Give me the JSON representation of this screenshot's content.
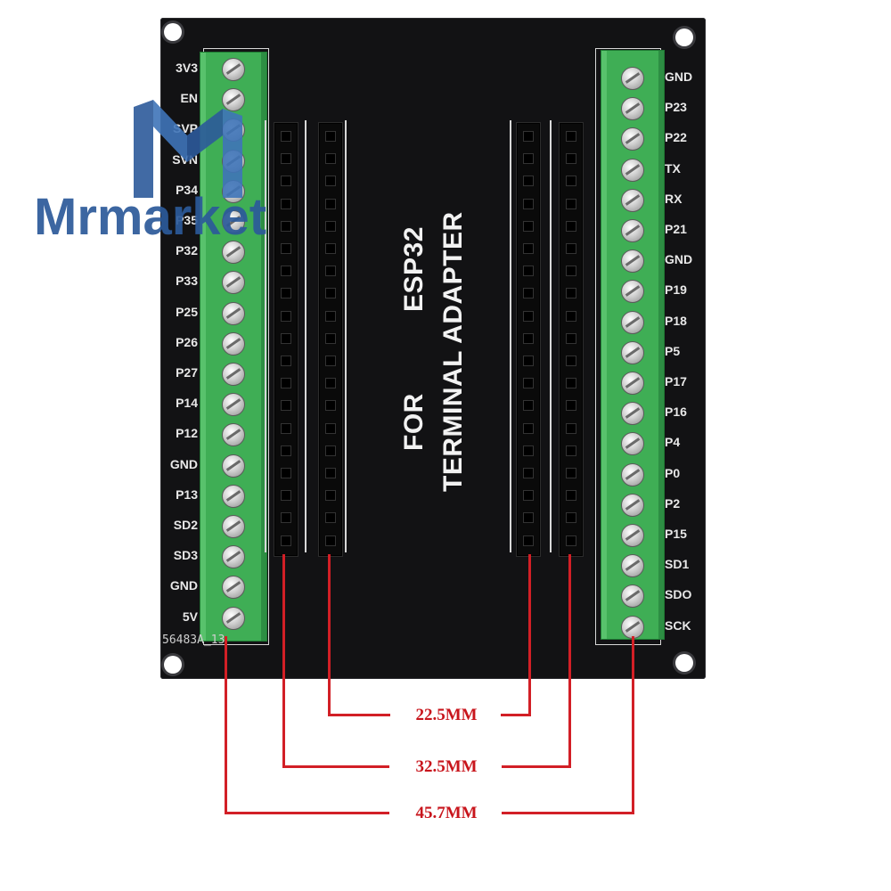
{
  "board": {
    "title_line1": "ESP32",
    "title_line2": "FOR",
    "title_line3": "TERMINAL ADAPTER",
    "part_code": "56483A_13"
  },
  "left_pins": [
    "3V3",
    "EN",
    "SVP",
    "SVN",
    "P34",
    "P35",
    "P32",
    "P33",
    "P25",
    "P26",
    "P27",
    "P14",
    "P12",
    "GND",
    "P13",
    "SD2",
    "SD3",
    "GND",
    "5V"
  ],
  "right_pins": [
    "GND",
    "P23",
    "P22",
    "TX",
    "RX",
    "P21",
    "GND",
    "P19",
    "P18",
    "P5",
    "P17",
    "P16",
    "P4",
    "P0",
    "P2",
    "P15",
    "SD1",
    "SDO",
    "SCK"
  ],
  "dimensions": {
    "inner": "22.5MM",
    "middle": "32.5MM",
    "outer": "45.7MM"
  },
  "watermark": {
    "text": "Mrmarket"
  },
  "colors": {
    "board": "#121214",
    "terminal_green": "#3fae55",
    "dimension_red": "#d21f26",
    "watermark_blue": "#2c5a9a"
  }
}
